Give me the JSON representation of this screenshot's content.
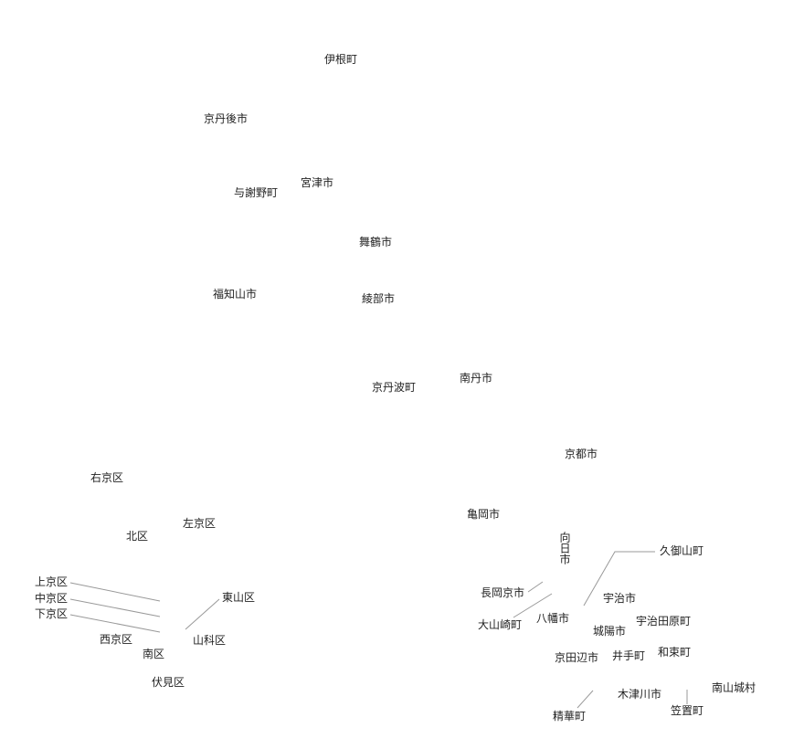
{
  "kyoto_prefecture_labels": {
    "ine": "伊根町",
    "kyotango": "京丹後市",
    "yosano": "与謝野町",
    "miyazu": "宮津市",
    "maizuru": "舞鶴市",
    "fukuchiyama": "福知山市",
    "ayabe": "綾部市",
    "kyotamba": "京丹波町",
    "nantan": "南丹市",
    "kyoto_city": "京都市",
    "kameoka": "亀岡市",
    "muko": "向日市",
    "kumiyama": "久御山町",
    "nagaokakyo": "長岡京市",
    "oyamazaki": "大山崎町",
    "yawata": "八幡市",
    "uji": "宇治市",
    "joyo": "城陽市",
    "ujitawara": "宇治田原町",
    "kyotanabe": "京田辺市",
    "ide": "井手町",
    "wazuka": "和束町",
    "kizugawa": "木津川市",
    "minamiyamashiro": "南山城村",
    "seika": "精華町",
    "kasagi": "笠置町"
  },
  "kyoto_city_wards": {
    "ukyo": "右京区",
    "sakyo": "左京区",
    "kita": "北区",
    "kamigyo": "上京区",
    "nakagyo": "中京区",
    "shimogyo": "下京区",
    "higashiyama": "東山区",
    "nishikyo": "西京区",
    "yamashina": "山科区",
    "minami": "南区",
    "fushimi": "伏見区"
  },
  "colors": {
    "label_text": "#222222",
    "leader_line": "#999999",
    "background": "#ffffff"
  }
}
